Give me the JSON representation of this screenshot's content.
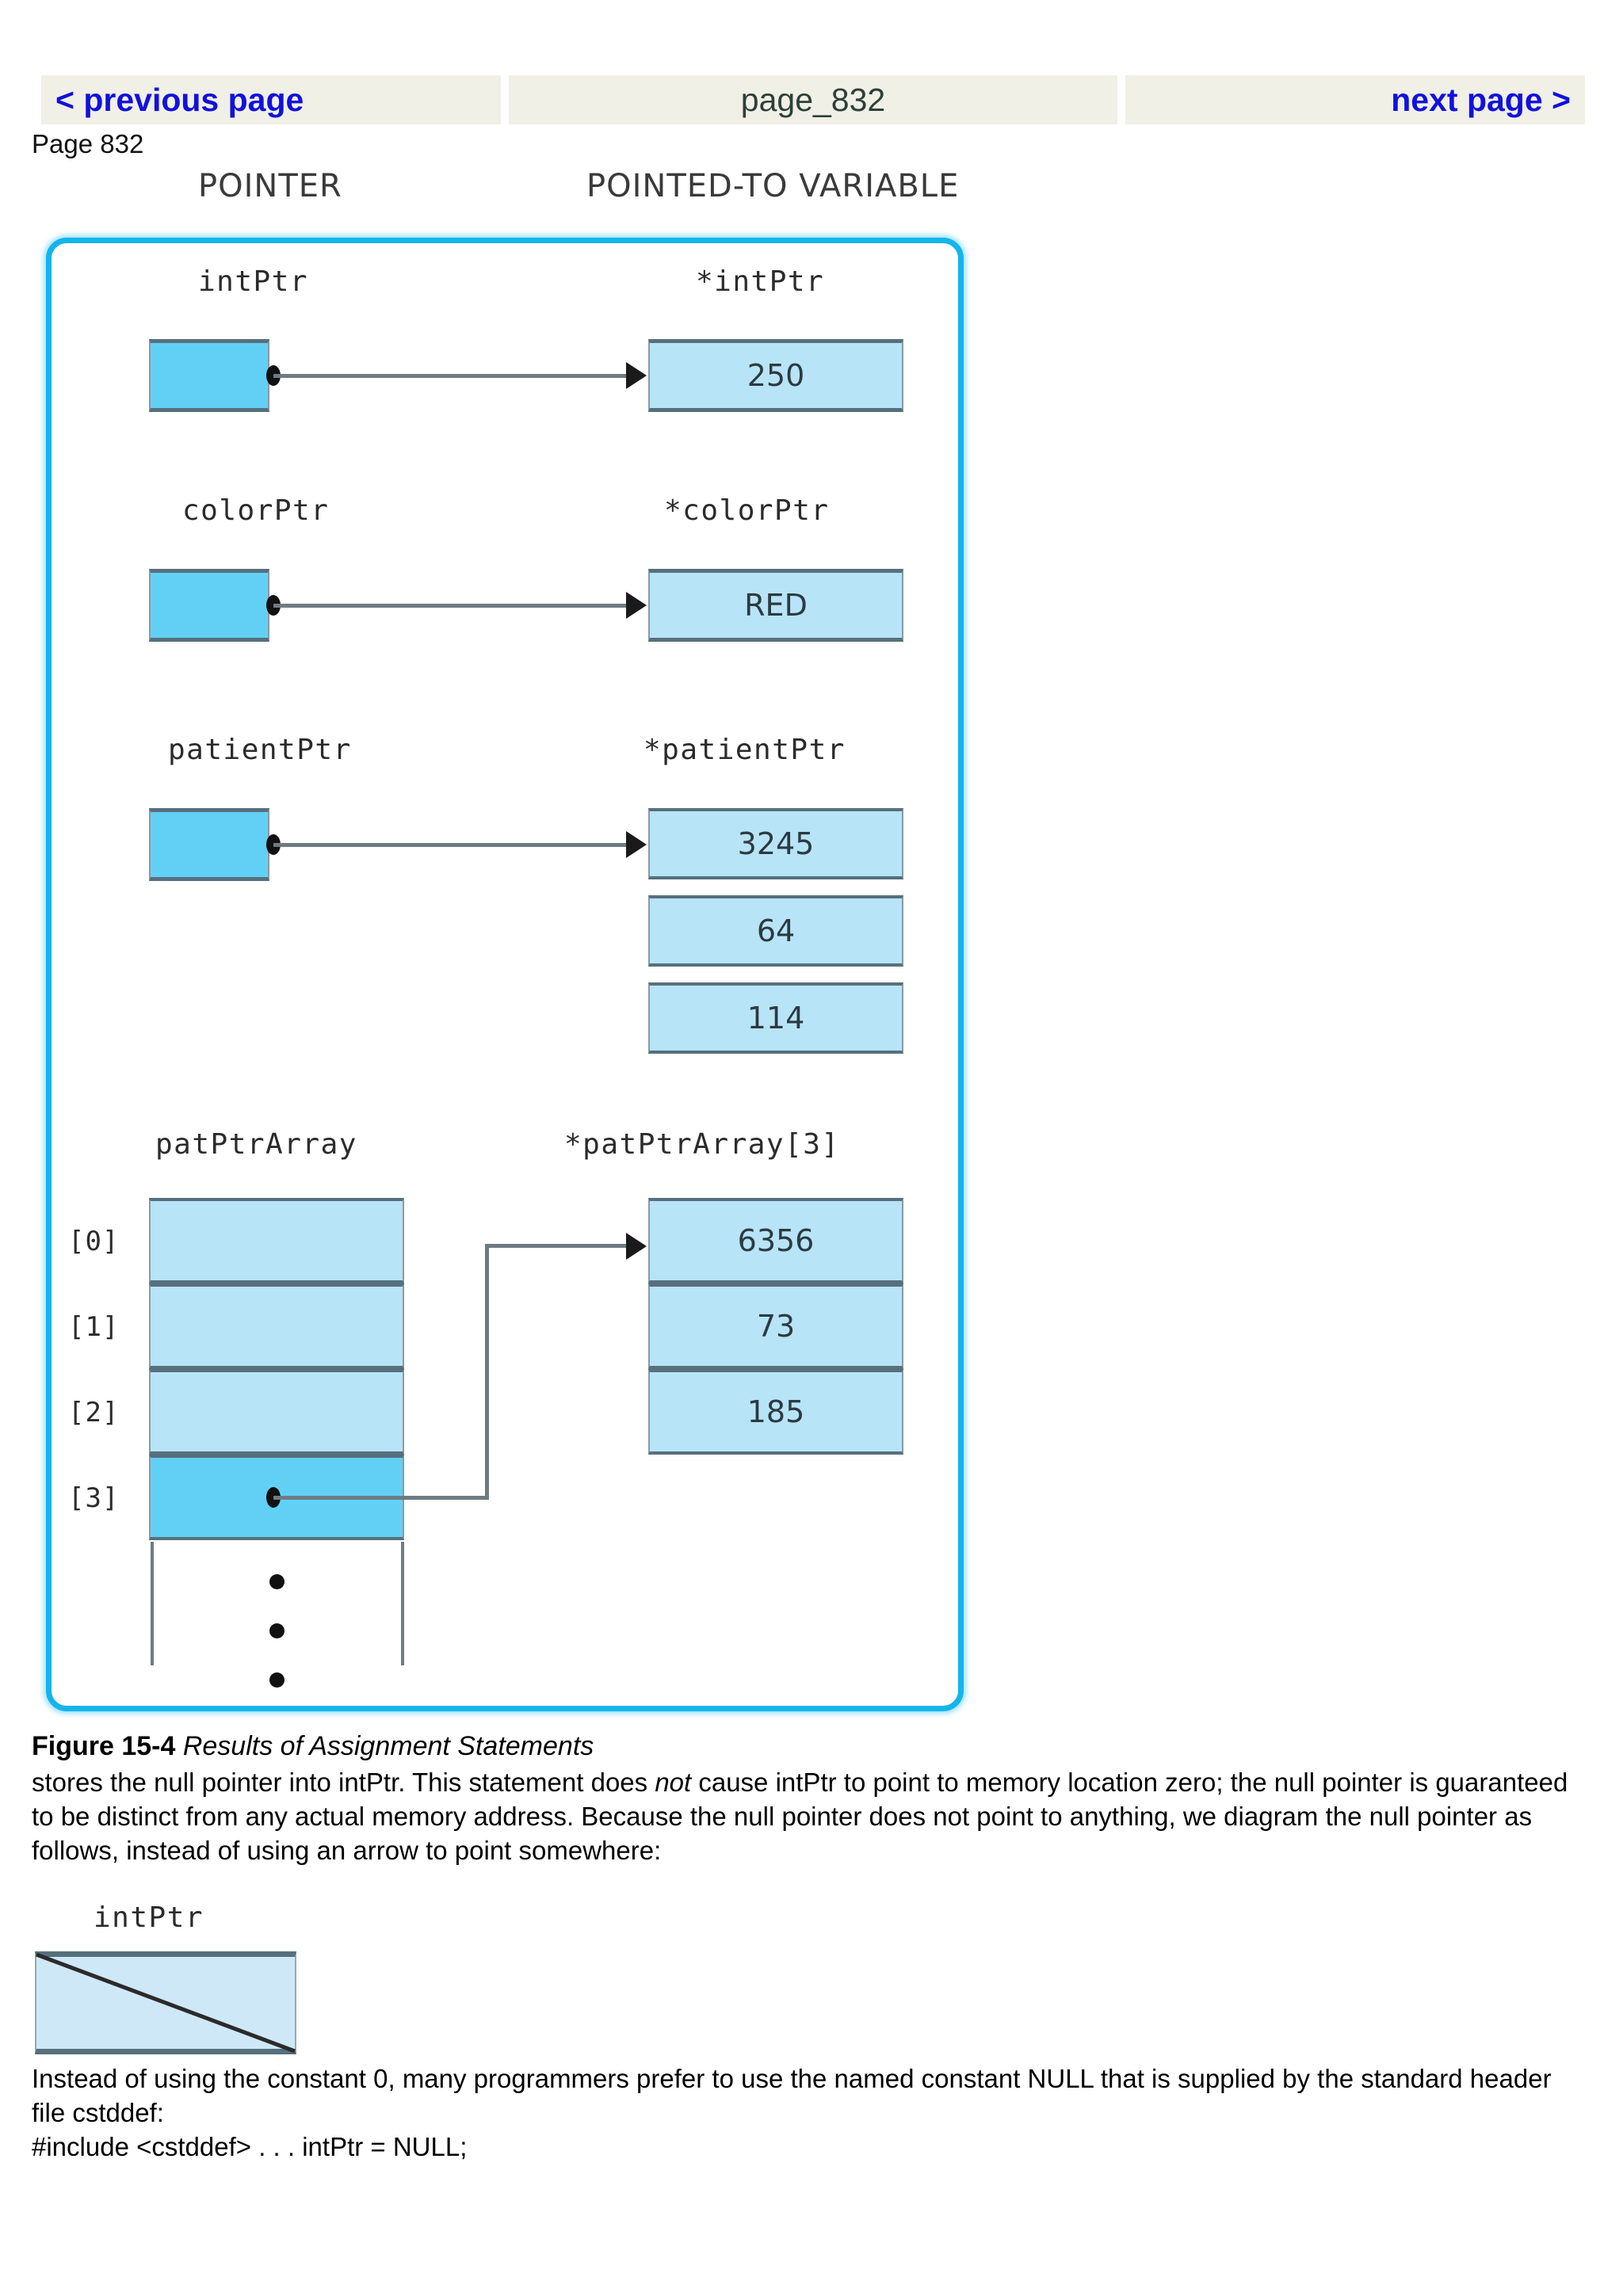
{
  "nav": {
    "previous_label": "< previous page",
    "current_label": "page_832",
    "next_label": "next page >",
    "link_color": "#1111dd",
    "bar_color": "#f0f0e6"
  },
  "page_label": "Page 832",
  "figure": {
    "column_headers": {
      "pointer": "POINTER",
      "pointed_to": "POINTED-TO VARIABLE"
    },
    "frame_color": "#12b5ec",
    "pointer_box_color": "#62d0f5",
    "value_box_color": "#b8e4f7",
    "rows": [
      {
        "pointer_name": "intPtr",
        "target_name": "*intPtr",
        "values": [
          "250"
        ]
      },
      {
        "pointer_name": "colorPtr",
        "target_name": "*colorPtr",
        "values": [
          "RED"
        ]
      },
      {
        "pointer_name": "patientPtr",
        "target_name": "*patientPtr",
        "values": [
          "3245",
          "64",
          "114"
        ]
      },
      {
        "pointer_name": "patPtrArray",
        "target_name": "*patPtrArray[3]",
        "indices": [
          "[0]",
          "[1]",
          "[2]",
          "[3]"
        ],
        "values": [
          "6356",
          "73",
          "185"
        ]
      }
    ]
  },
  "caption": {
    "figure_number": "Figure 15-4",
    "figure_title": "Results of Assignment Statements"
  },
  "body": {
    "paragraph1_a": "stores the null pointer into intPtr. This statement does ",
    "paragraph1_em": "not",
    "paragraph1_b": " cause intPtr to point to memory location zero; the null pointer is guaranteed to be distinct from any actual memory address. Because the null pointer does not point to anything, we diagram the null pointer as follows, instead of using an arrow to point somewhere:",
    "null_var_label": "intPtr",
    "paragraph2": "Instead of using the constant 0, many programmers prefer to use the named constant NULL that is supplied by the standard header file cstddef:",
    "code_line": "#include <cstddef> . . . intPtr = NULL;"
  }
}
